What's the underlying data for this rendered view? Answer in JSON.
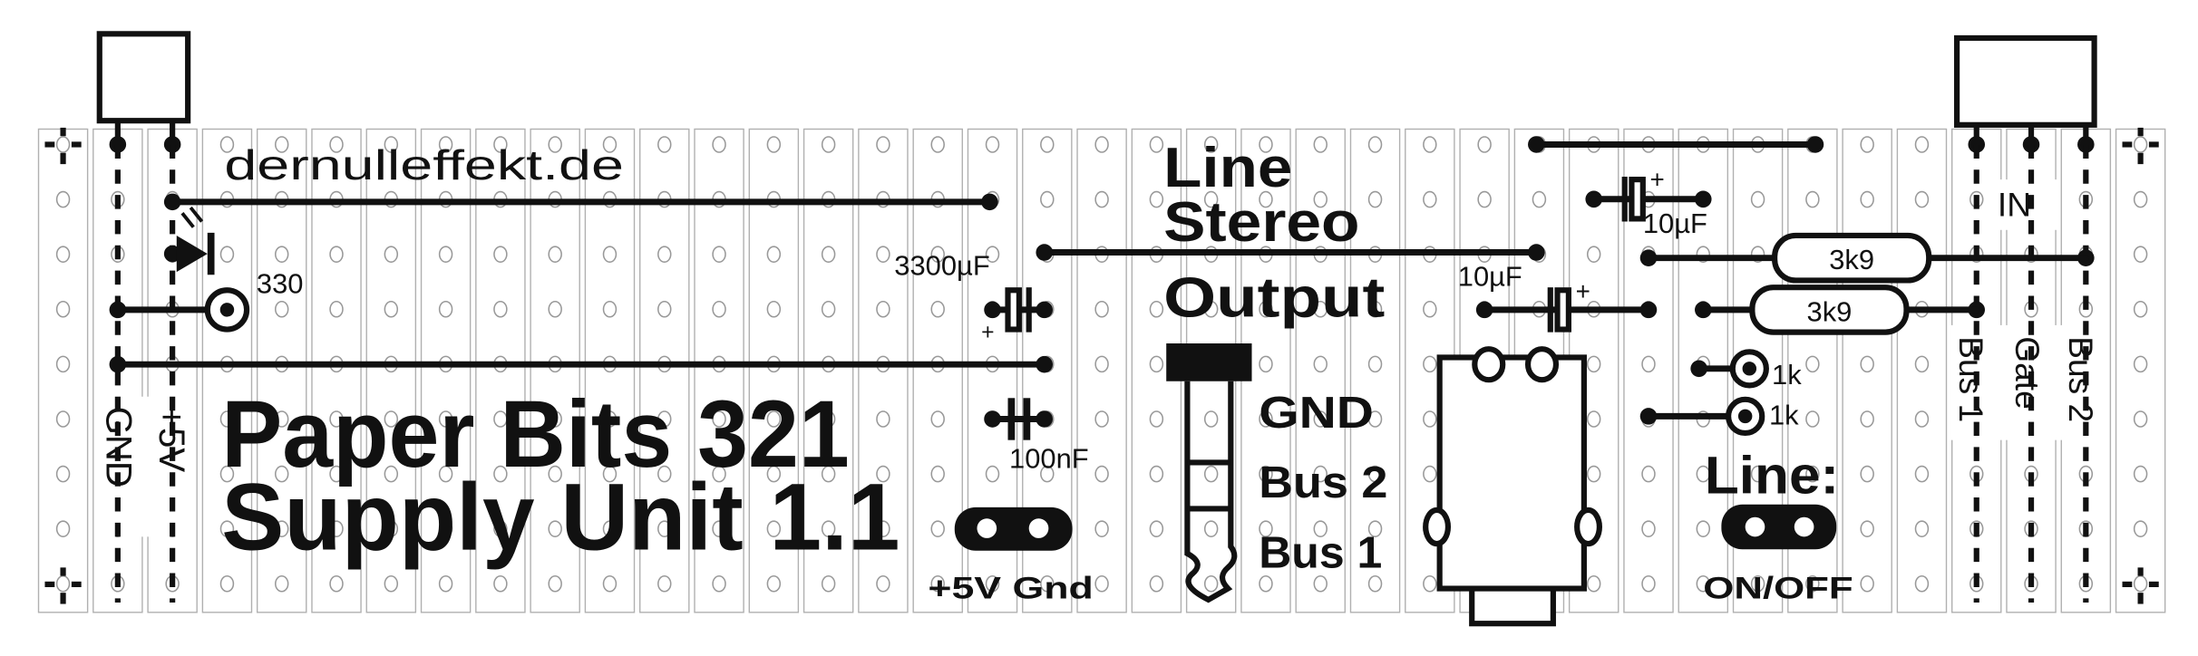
{
  "site": "dernulleffekt.de",
  "title": {
    "line1": "Paper Bits 321",
    "line2": "Supply Unit 1.1"
  },
  "power_labels": {
    "gnd": "GND",
    "plus5v": "+5V"
  },
  "components": {
    "led_resistor": "330",
    "cap_supply": "3300µF",
    "cap_decoupling": "100nF",
    "cap_out_1": "10µF",
    "cap_out_2": "10µF",
    "res_1": "3k9",
    "res_2": "3k9",
    "res_3": "1k",
    "res_4": "1k",
    "polarity": "+"
  },
  "jumper_power": "+5V Gnd",
  "output_title": [
    "Line",
    "Stereo",
    "Output"
  ],
  "jack_labels": [
    "GND",
    "Bus 2",
    "Bus 1"
  ],
  "line_switch": {
    "label": "Line:",
    "state": "ON/OFF"
  },
  "input": {
    "label": "IN",
    "pins": [
      "Bus 1",
      "Gate",
      "Bus 2"
    ]
  },
  "colors": {
    "ink": "#111111",
    "strip": "#b0b0b0",
    "paper": "#ffffff"
  }
}
